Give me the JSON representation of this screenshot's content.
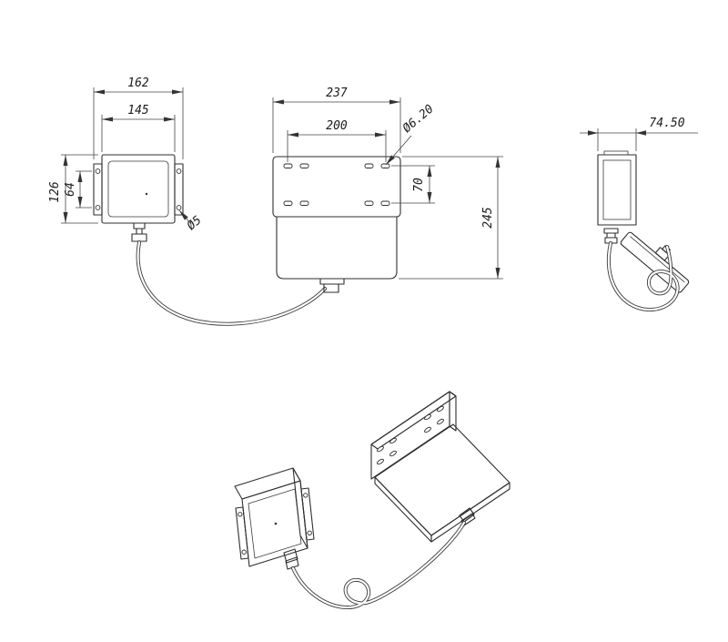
{
  "page": {
    "background": "#ffffff",
    "line_color": "#2e2e2e"
  },
  "views": {
    "control_box_front": {
      "overall_width": "162",
      "body_width": "145",
      "overall_height": "126",
      "mount_hole_spacing": "64",
      "mount_hole_dia": "Ø5"
    },
    "antenna_front": {
      "overall_width": "237",
      "hole_spacing_h": "200",
      "hole_dia": "Ø6.20",
      "hole_spacing_v": "70",
      "overall_height": "245"
    },
    "assembly_side": {
      "depth": "74.50"
    }
  }
}
